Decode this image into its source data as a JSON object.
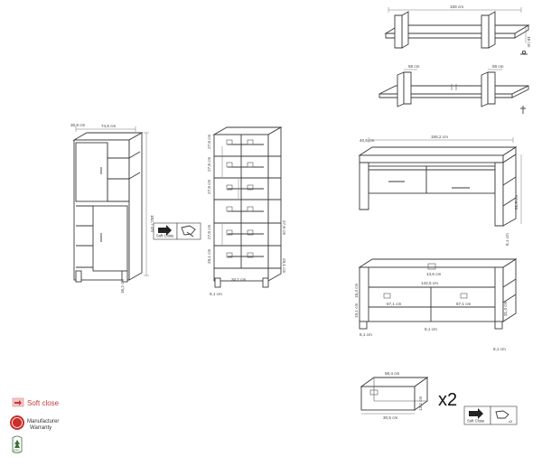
{
  "wall_shelf": {
    "width": "159 cm",
    "height": "18 cm",
    "bracket_gap": "58 cm"
  },
  "cabinet_tall": {
    "width": "74,6 cm",
    "depth": "36,8 cm",
    "height": "182,7 cm",
    "plinth": "16,2 cm",
    "inner": [
      "27,8 cm",
      "27,8 cm",
      "27,8 cm",
      "27,8 cm",
      "29,1 cm"
    ],
    "bottom": "8,1 cm",
    "shelf_w": "34,1 cm"
  },
  "tv_stand_front": {
    "width": "156,2 cm",
    "height": "61,9 cm",
    "depth": "40,5 cm",
    "leg": "8,1 cm"
  },
  "tv_stand_inner": {
    "top_gap": "13,6 cm",
    "inner_w": "142,6 cm",
    "left_w": "67,1 cm",
    "right_w": "67,1 cm",
    "h1": "18,4 cm",
    "h2": "19,1 cm",
    "side": "31,4 cm",
    "leg": "8,1 cm"
  },
  "drawer": {
    "width": "58,4 cm",
    "depth": "30,5 cm",
    "height": "13,2 cm",
    "multiplier": "x2"
  },
  "soft_close_label": "Soft close",
  "soft_close_badge": "Soft Close",
  "warranty_label": "Manufacturer Warranty",
  "warranty_line1": "Manufacturer",
  "warranty_line2": "Warranty",
  "fsc_label": "FSC"
}
